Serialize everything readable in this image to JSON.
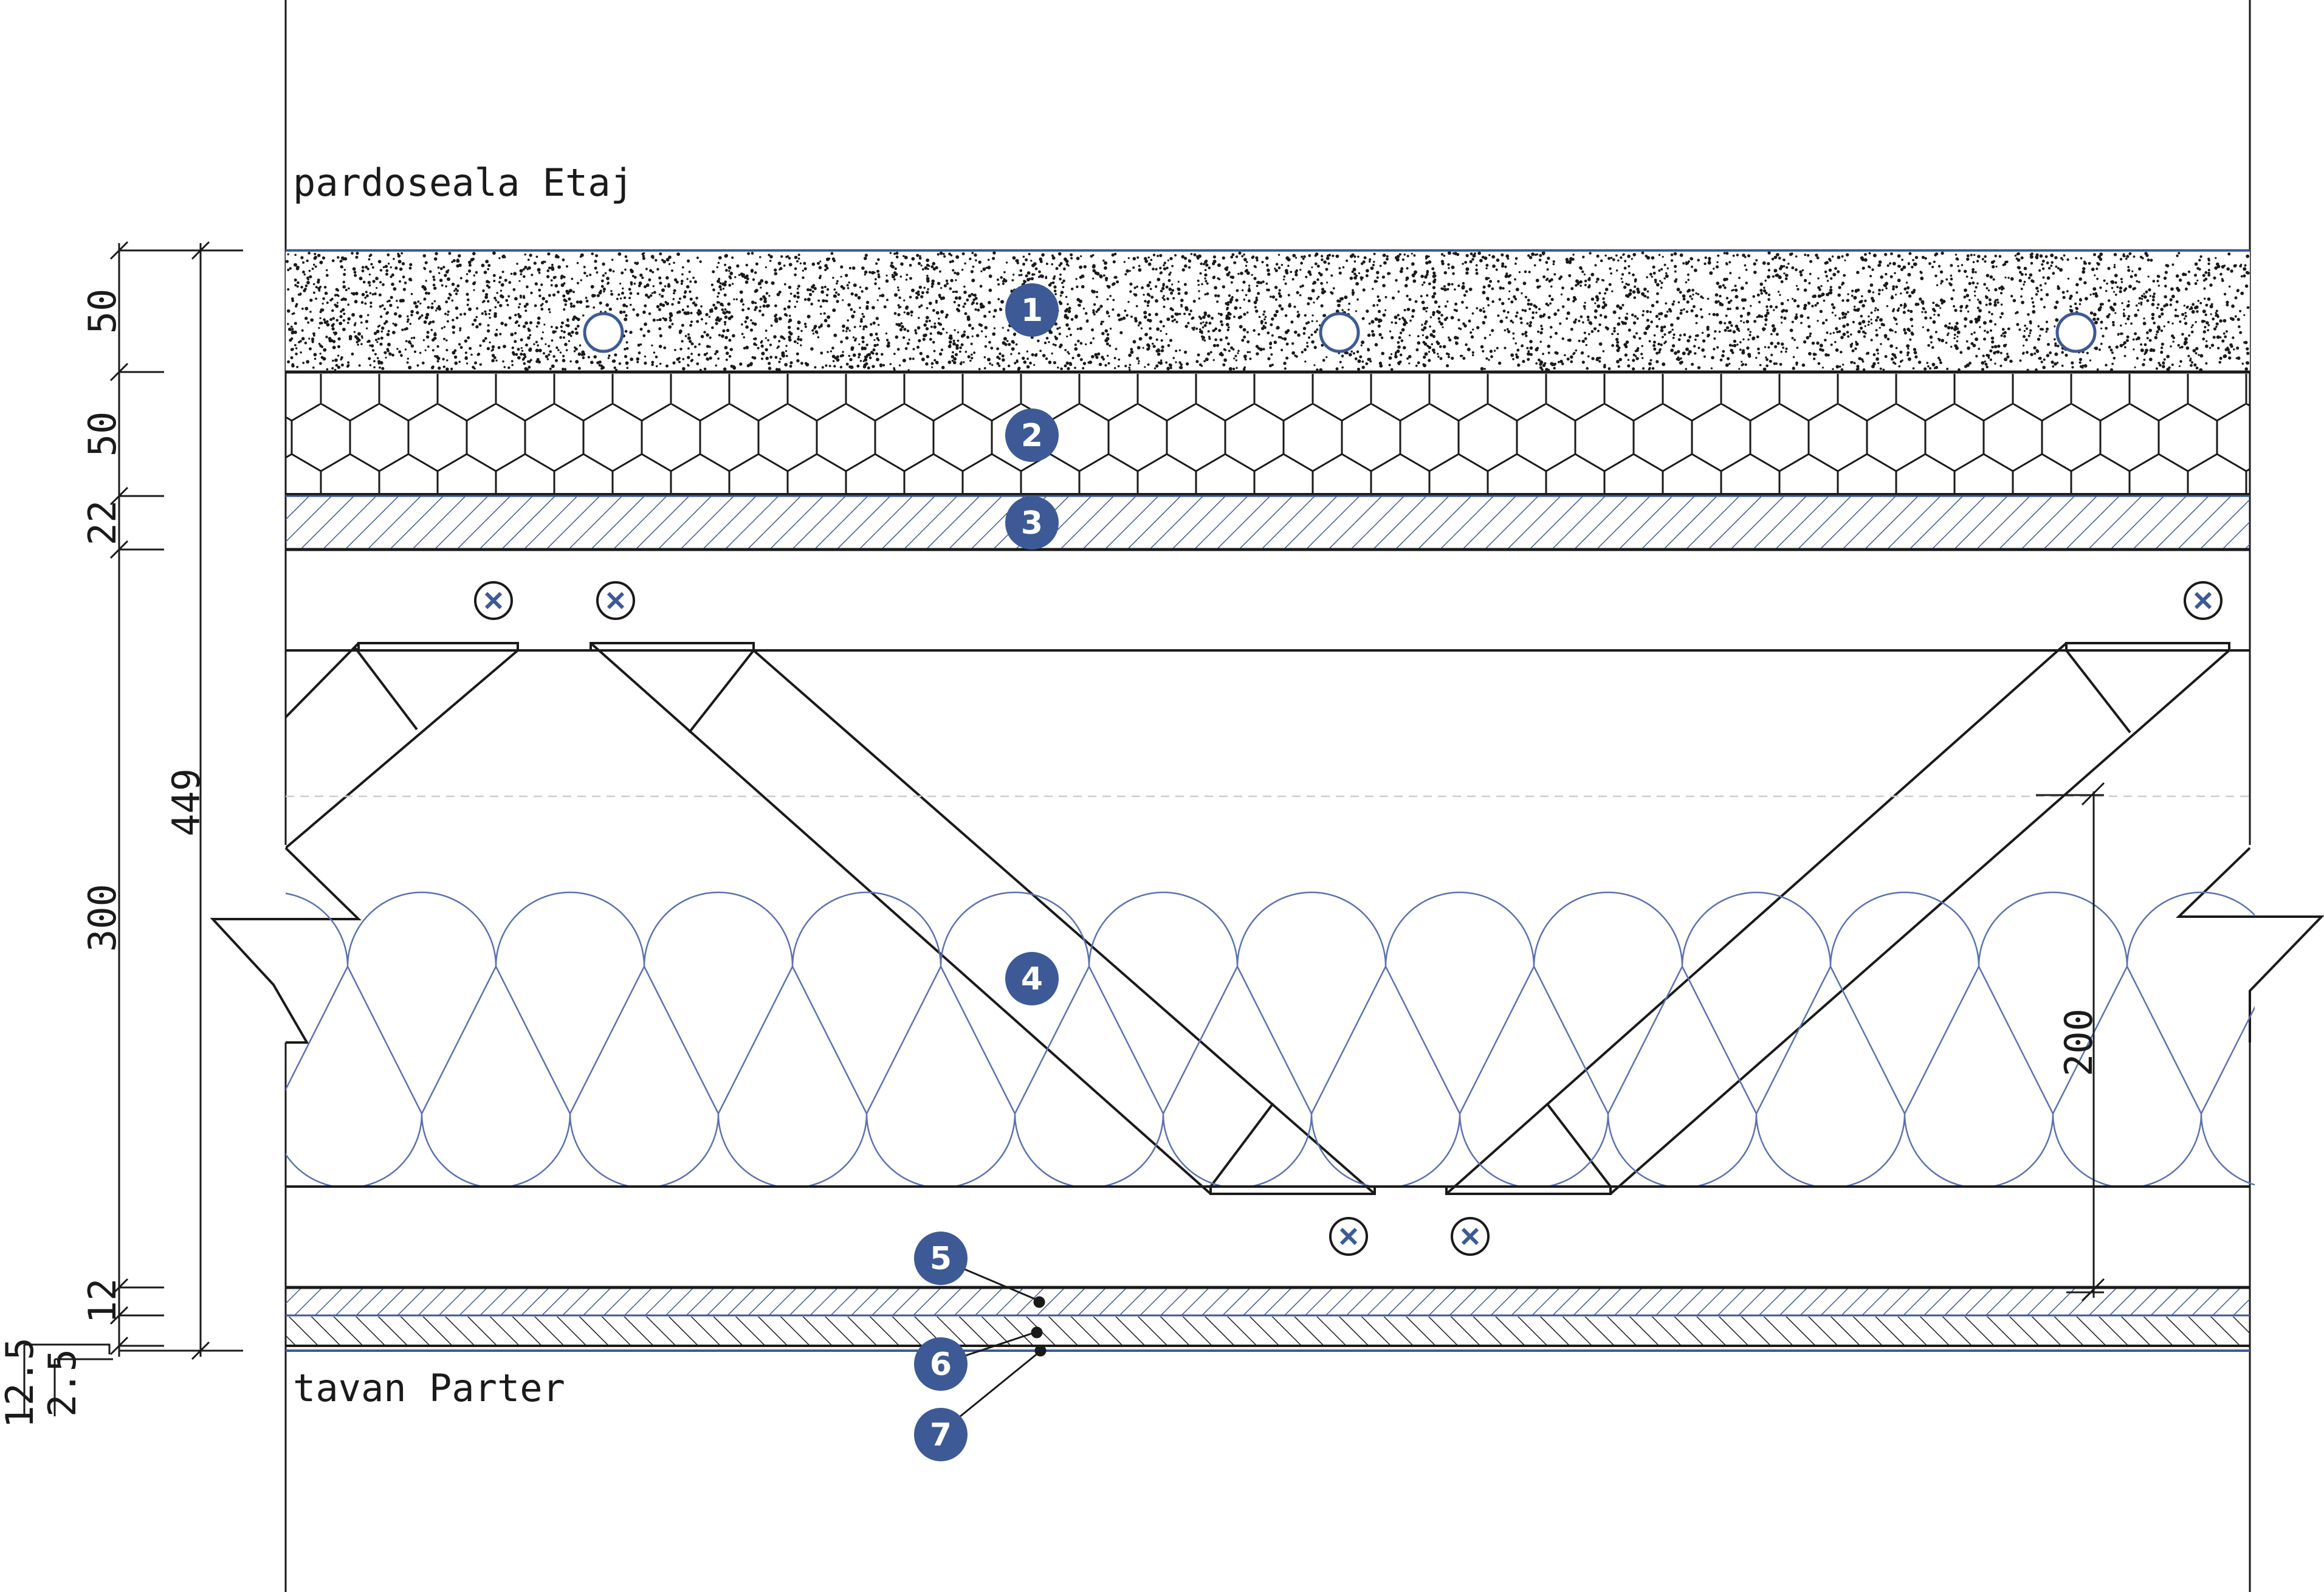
{
  "labels": {
    "floor_above": "pardoseala Etaj",
    "ceiling_below": "tavan Parter"
  },
  "dimensions": {
    "screed": "50",
    "insulation_board": "50",
    "decking": "22",
    "total": "449",
    "joist": "300",
    "insulation": "200",
    "batten": "12",
    "plasterboard": "12.5",
    "finish": "2.5"
  },
  "tags": [
    "1",
    "2",
    "3",
    "4",
    "5",
    "6",
    "7"
  ],
  "colors": {
    "line": "#1a1a1a",
    "accent": "#3d5a96",
    "insulation": "#5a72b0"
  },
  "icons": {
    "heating_pipe": "circle-icon",
    "fastener": "cross-circle-icon"
  }
}
